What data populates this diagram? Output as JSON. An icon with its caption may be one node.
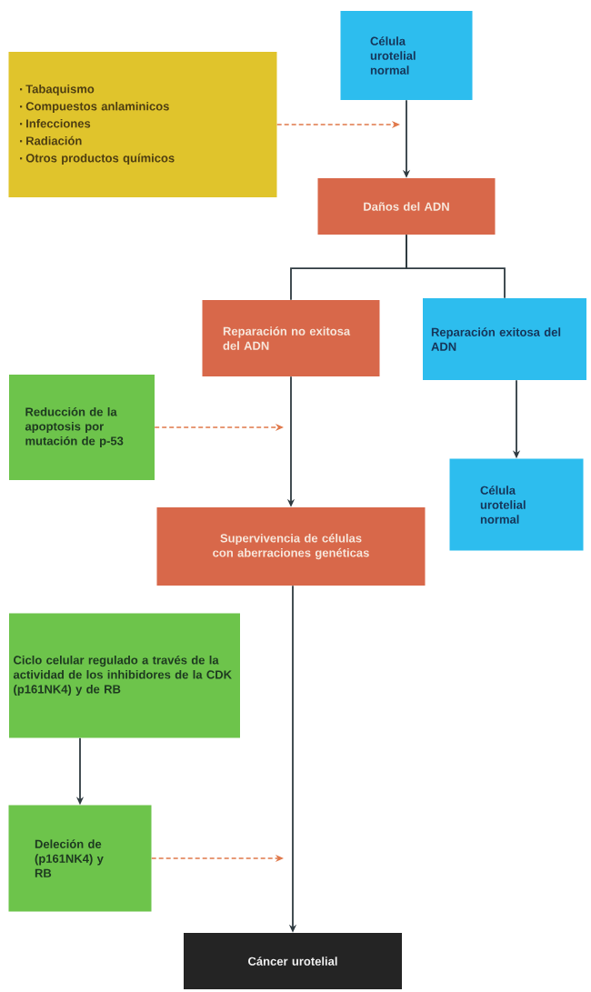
{
  "diagram": {
    "nodes": [
      {
        "text": [
          "Célula urotelial normal"
        ]
      },
      {
        "text": [
          "Tabaquismo",
          "Compuestos anlaminicos",
          "Infecciones",
          "Radiación",
          "Otros productos químicos"
        ]
      },
      {
        "text": [
          "Daños del ADN"
        ]
      },
      {
        "text": [
          "Reparación no exitosa del ADN"
        ]
      },
      {
        "text": [
          "Reparación exitosa del ADN"
        ]
      },
      {
        "text": [
          "Reducción de la apoptosis por mutación de p-53"
        ]
      },
      {
        "text": [
          "Célula urotelial normal"
        ]
      },
      {
        "text": [
          "Supervivencia de células con aberraciones genéticas"
        ]
      },
      {
        "text": [
          "Ciclo celular regulado a través de la actividad de los inhibidores de la CDK (p161NK4) y de RB"
        ]
      },
      {
        "text": [
          "Deleción de (p161NK4) y RB"
        ]
      },
      {
        "text": [
          "Cáncer urotelial"
        ]
      }
    ],
    "edges": [
      {
        "from": 0,
        "to": 2,
        "arrow": "to"
      },
      {
        "from": 1,
        "to": null,
        "arrow": "to",
        "style": "dashed",
        "color": "#e0784a"
      },
      {
        "from": 2,
        "to": 3,
        "arrow": "none"
      },
      {
        "from": 2,
        "to": 4,
        "arrow": "none"
      },
      {
        "from": 3,
        "to": 7,
        "arrow": "to"
      },
      {
        "from": 4,
        "to": 6,
        "arrow": "to"
      },
      {
        "from": 5,
        "to": null,
        "arrow": "to",
        "style": "dashed",
        "color": "#e0784a"
      },
      {
        "from": 7,
        "to": 10,
        "arrow": "to"
      },
      {
        "from": 8,
        "to": 9,
        "arrow": "to"
      },
      {
        "from": 9,
        "to": null,
        "arrow": "to",
        "style": "dashed",
        "color": "#e0784a"
      }
    ]
  }
}
